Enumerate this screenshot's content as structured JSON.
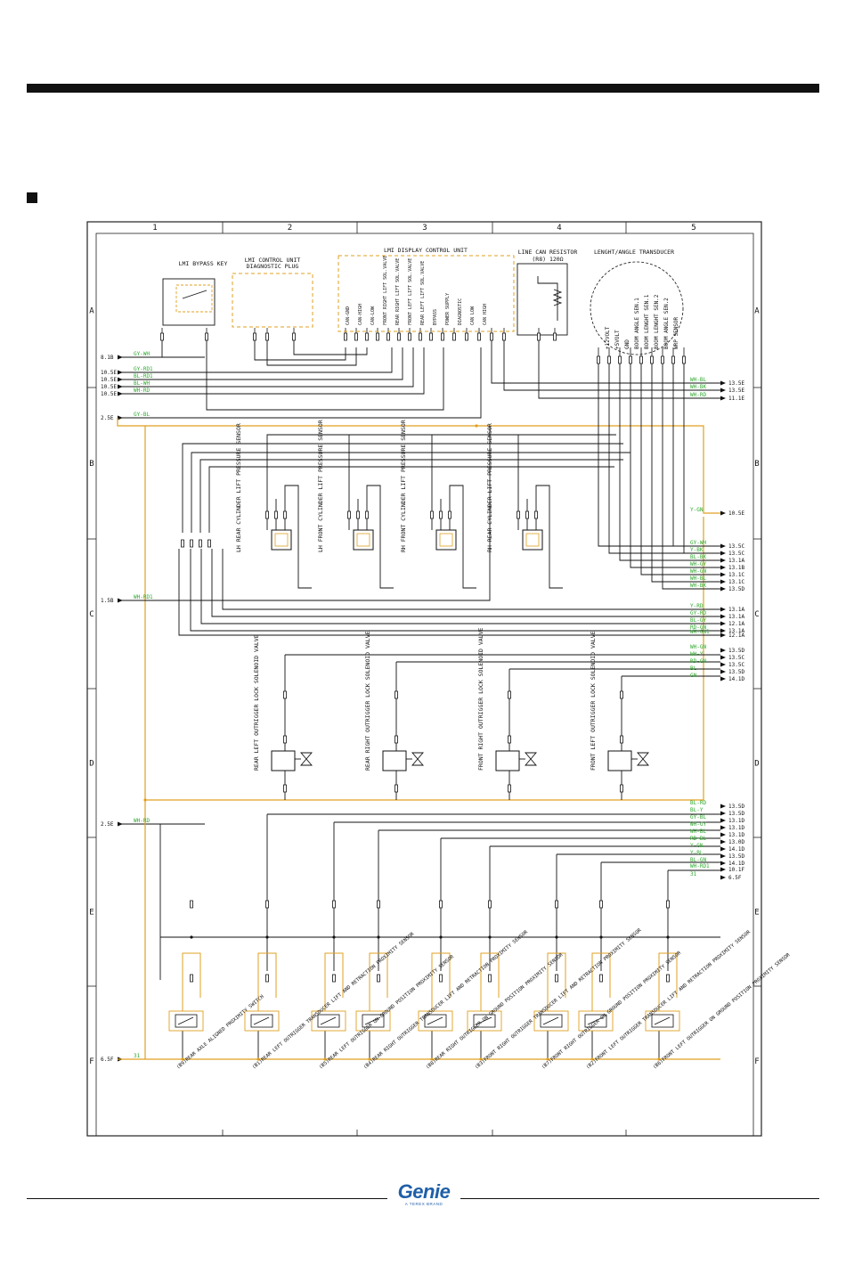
{
  "grid": {
    "columns": [
      "1",
      "2",
      "3",
      "4",
      "5"
    ],
    "rows": [
      "A",
      "B",
      "C",
      "D",
      "E",
      "F"
    ]
  },
  "blocks": {
    "bypass_key": "LMI BYPASS KEY",
    "diag_plug_l1": "LMI CONTROL UNIT",
    "diag_plug_l2": "DIAGNOSTIC PLUG",
    "display_unit": "LMI DISPLAY CONTROL UNIT",
    "line_can_l1": "LINE CAN RESISTOR",
    "line_can_l2": "(R8) 120Ω",
    "transducer": "LENGHT/ANGLE TRANSDUCER"
  },
  "left_refs": [
    {
      "ref": "8.1B",
      "wire": "GY-WH"
    },
    {
      "ref": "10.5E",
      "wire": "GY-RD1"
    },
    {
      "ref": "10.5E",
      "wire": "BL-RD1"
    },
    {
      "ref": "10.5E",
      "wire": "BL-WH"
    },
    {
      "ref": "10.5E",
      "wire": "WH-RD"
    },
    {
      "ref": "2.5E",
      "wire": "GY-BL"
    },
    {
      "ref": "1.5B",
      "wire": "WH-RD1"
    },
    {
      "ref": "2.5E",
      "wire": "WH-RD"
    },
    {
      "ref": "6.5F",
      "wire": "31"
    }
  ],
  "right_refs": [
    {
      "ref": "13.5E",
      "wire": "WH-BL"
    },
    {
      "ref": "13.5E",
      "wire": "WH-BK"
    },
    {
      "ref": "11.1E",
      "wire": "WH-RD"
    },
    {
      "ref": "10.5E",
      "wire": "Y-GN"
    },
    {
      "ref": "13.5C",
      "wire": "GY-WH"
    },
    {
      "ref": "13.5C",
      "wire": "Y-BK"
    },
    {
      "ref": "13.1A",
      "wire": "BL-BK"
    },
    {
      "ref": "13.1B",
      "wire": "WH-GY"
    },
    {
      "ref": "13.1C",
      "wire": "WH-GN"
    },
    {
      "ref": "13.1C",
      "wire": "WH-BL"
    },
    {
      "ref": "13.5D",
      "wire": "WH-BK"
    },
    {
      "ref": "13.1A",
      "wire": "Y-RD"
    },
    {
      "ref": "13.1A",
      "wire": "GY-RD"
    },
    {
      "ref": "12.1A",
      "wire": "BL-GY"
    },
    {
      "ref": "13.1A",
      "wire": "RD-GN"
    },
    {
      "ref": "12.1A",
      "wire": "WH-GN1"
    },
    {
      "ref": "13.5D",
      "wire": "WH-GN"
    },
    {
      "ref": "13.5C",
      "wire": "WH-Y"
    },
    {
      "ref": "13.5C",
      "wire": "RD-GN"
    },
    {
      "ref": "13.5D",
      "wire": "BL"
    },
    {
      "ref": "14.1D",
      "wire": "GN"
    },
    {
      "ref": "13.5D",
      "wire": "BL-RD"
    },
    {
      "ref": "13.5D",
      "wire": "BL-Y"
    },
    {
      "ref": "13.1D",
      "wire": "GY-BL"
    },
    {
      "ref": "13.1D",
      "wire": "WH-GY"
    },
    {
      "ref": "13.1D",
      "wire": "WH-BL"
    },
    {
      "ref": "13.0D",
      "wire": "RD-BL"
    },
    {
      "ref": "14.1D",
      "wire": "Y-GN"
    },
    {
      "ref": "13.5D",
      "wire": "Y-BL"
    },
    {
      "ref": "14.1D",
      "wire": "BL-GN"
    },
    {
      "ref": "10.1F",
      "wire": "WH-RD1"
    },
    {
      "ref": "6.5F",
      "wire": "31"
    }
  ],
  "transducer_pins": [
    "+12VOLT",
    "+5VOLT",
    "GND",
    "BOOM ANGLE SEN.1",
    "BOOM LENGHT SEN.1",
    "BOOM LENGHT SEN.2",
    "BOOM ANGLE SEN.2",
    "WRP SENSOR"
  ],
  "display_pins": [
    "CAN-GND",
    "CAN-HIGH",
    "CAN-LOW",
    "FRONT RIGHT LIFT SOL.VALVE",
    "REAR RIGHT LIFT SOL.VALVE",
    "FRONT LEFT LIFT SOL.VALVE",
    "REAR LEFT LIFT SOL.VALVE",
    "BYPASS",
    "POWER SUPPLY",
    "DIAGNOSTIC",
    "CAN LOW",
    "CAN HIGH"
  ],
  "pressure_sensors": [
    "LH REAR CYLINDER LIFT PRESSURE SENSOR",
    "LH FRONT CYLINDER LIFT PRESSURE SENSOR",
    "RH FRONT CYLINDER LIFT PRESSURE SENSOR",
    "RH REAR CYLINDER LIFT PRESSURE SENSOR"
  ],
  "solenoid_valves": [
    "REAR LEFT OUTRIGGER LOCK SOLENOID VALVE",
    "REAR RIGHT OUTRIGGER LOCK SOLENOID VALVE",
    "FRONT RIGHT OUTRIGGER LOCK SOLENOID VALVE",
    "FRONT LEFT OUTRIGGER LOCK SOLENOID VALVE"
  ],
  "prox_labels": [
    "(B9)REAR AXLE ALIGNED PROXIMITY SWITCH",
    "(B1)REAR LEFT OUTRIGGER TRANSDUCER LIFT AND RETRACTION PROXIMITY SENSOR",
    "(B5)REAR LEFT OUTRIGGER ON GROUND POSITION PROXIMITY SENSOR",
    "(B4)REAR RIGHT OUTRIGGER TRANSDUCER LIFT AND RETRACTION PROXIMITY SENSOR",
    "(B8)REAR RIGHT OUTRIGGER ON GROUND POSITION PROXIMITY SENSOR",
    "(B3)FRONT RIGHT OUTRIGGER TRANSDUCER LIFT AND RETRACTION PROXIMITY SENSOR",
    "(B7)FRONT RIGHT OUTRIGGER ON GROUND POSITION PROXIMITY SENSOR",
    "(B2)FRONT LEFT OUTRIGGER TRANSDUCER LIFT AND RETRACTION PROXIMITY SENSOR",
    "(B6)FRONT LEFT OUTRIGGER ON GROUND POSITION PROXIMITY SENSOR"
  ],
  "brand": {
    "name": "Genie",
    "tagline": "A TEREX BRAND"
  },
  "colors": {
    "wire": "#111111",
    "wire_yellow": "#e0a020",
    "label_green": "#2fa82f",
    "frame": "#222222",
    "logo_blue": "#1f5fa8"
  }
}
